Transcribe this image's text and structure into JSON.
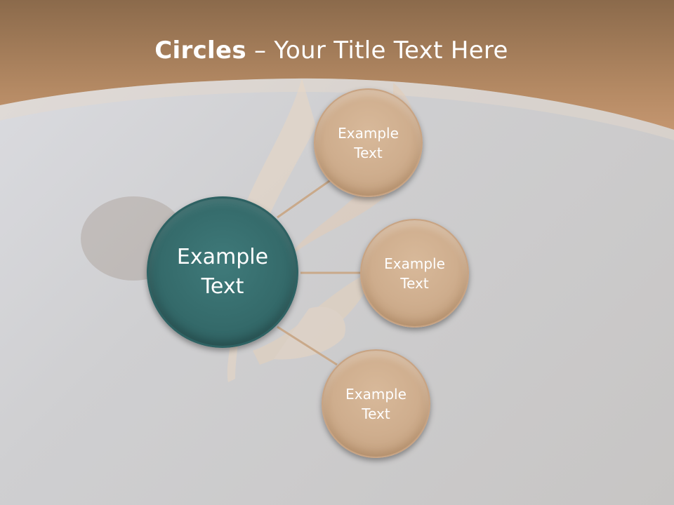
{
  "slide": {
    "title_bold": "Circles",
    "title_rest": " – Your Title Text Here"
  },
  "diagram": {
    "center": {
      "label": "Example\nText"
    },
    "satellites": [
      {
        "label": "Example\nText"
      },
      {
        "label": "Example\nText"
      },
      {
        "label": "Example\nText"
      }
    ]
  },
  "colors": {
    "header_band": "#a47a58",
    "center_circle": "#356b6b",
    "satellite_circle": "#cfae8e",
    "connector": "#c9a98a"
  }
}
